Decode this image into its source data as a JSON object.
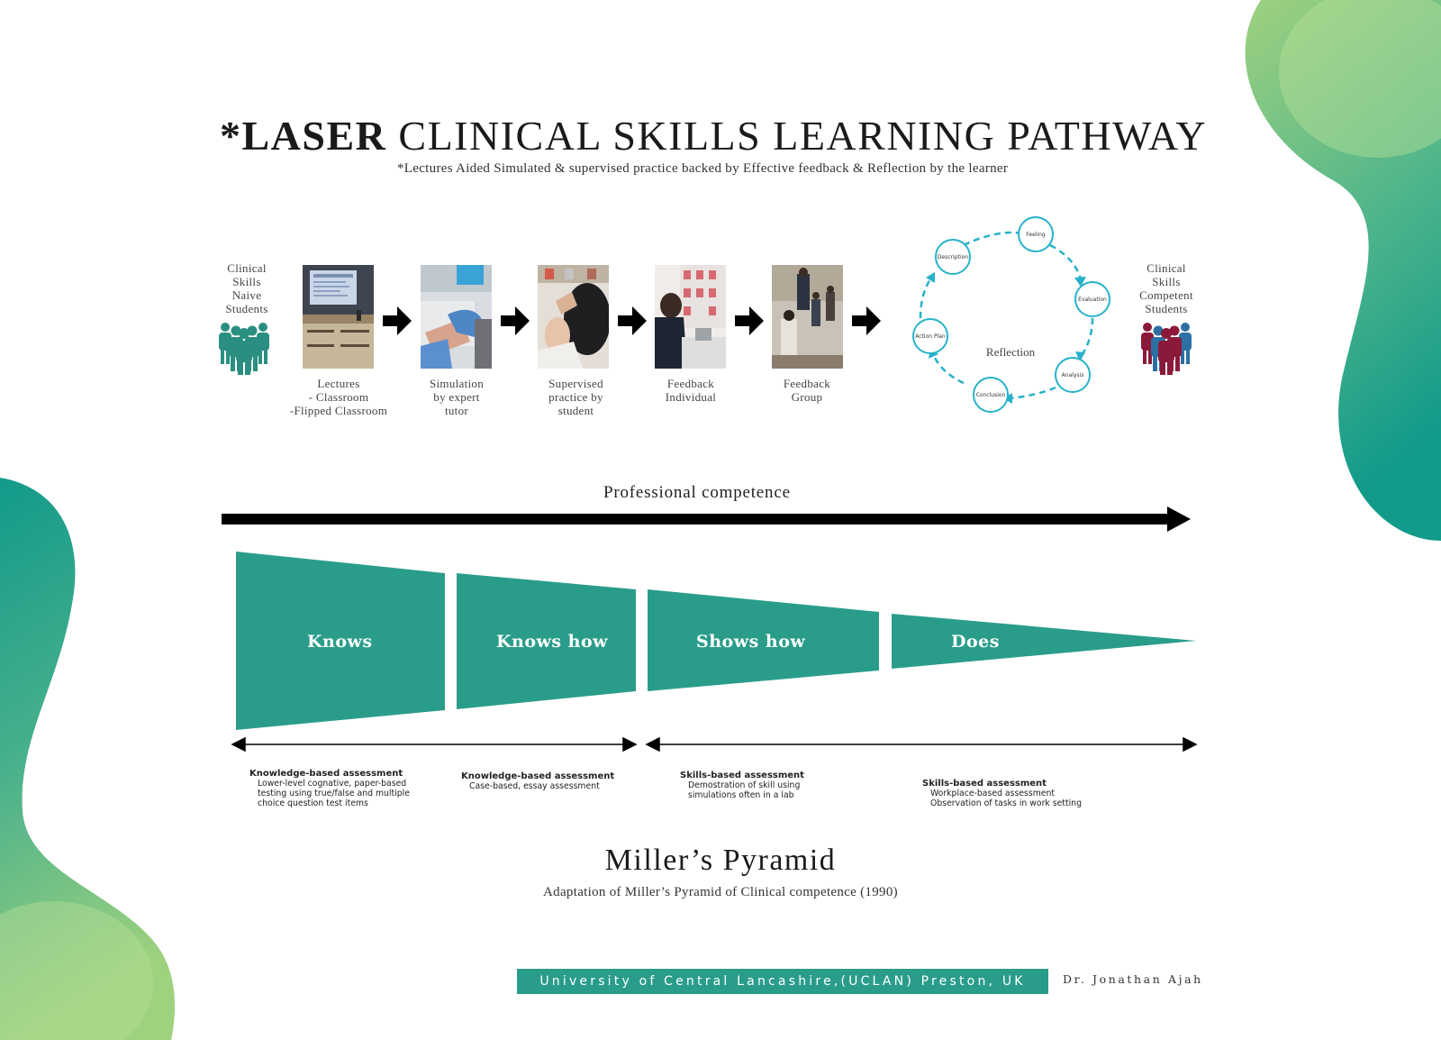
{
  "header": {
    "title_bold": "*LASER",
    "title_rest": " CLINICAL SKILLS LEARNING PATHWAY",
    "subtitle": "*Lectures Aided Simulated & supervised practice backed by Effective feedback & Reflection by the learner"
  },
  "pathway": {
    "start_label": "Clinical\nSkills\nNaive\nStudents",
    "end_label": "Clinical\nSkills\nCompetent\nStudents",
    "stages": [
      {
        "label": "Lectures\n- Classroom\n-Flipped Classroom"
      },
      {
        "label": "Simulation\nby expert\ntutor"
      },
      {
        "label": "Supervised\npractice by\nstudent"
      },
      {
        "label": "Feedback\nIndividual"
      },
      {
        "label": "Feedback\nGroup"
      }
    ],
    "reflection": {
      "center_label": "Reflection",
      "steps": [
        "Feeling",
        "Evaluation",
        "Analysis",
        "Conclusion",
        "Action Plan",
        "Description"
      ]
    },
    "colors": {
      "teal_icon": "#2a8f80",
      "maroon_icon": "#8b1a3a",
      "blue_icon": "#2c6fa3",
      "cycle": "#27b2c9"
    }
  },
  "competence": {
    "label": "Professional competence",
    "bands": [
      {
        "label": "Knows"
      },
      {
        "label": "Knows how"
      },
      {
        "label": "Shows how"
      },
      {
        "label": "Does"
      }
    ],
    "assessments": [
      {
        "heading": "Knowledge-based assessment",
        "detail": "Lower-level cognative, paper-based\ntesting using true/false and multiple\nchoice question test items"
      },
      {
        "heading": "Knowledge-based assessment",
        "detail": "Case-based, essay assessment"
      },
      {
        "heading": "Skills-based assessment",
        "detail": "Demostration of skill using\nsimulations often in a lab"
      },
      {
        "heading": "Skills-based assessment",
        "detail": "Workplace-based assessment\nObservation of tasks in work setting"
      }
    ],
    "band_color": "#2a9d8a"
  },
  "miller": {
    "title": "Miller’s Pyramid",
    "subtitle": "Adaptation of Miller’s Pyramid of Clinical competence (1990)"
  },
  "footer": {
    "institution": "University of Central Lancashire,(UCLAN) Preston, UK",
    "author": "Dr. Jonathan Ajah"
  }
}
